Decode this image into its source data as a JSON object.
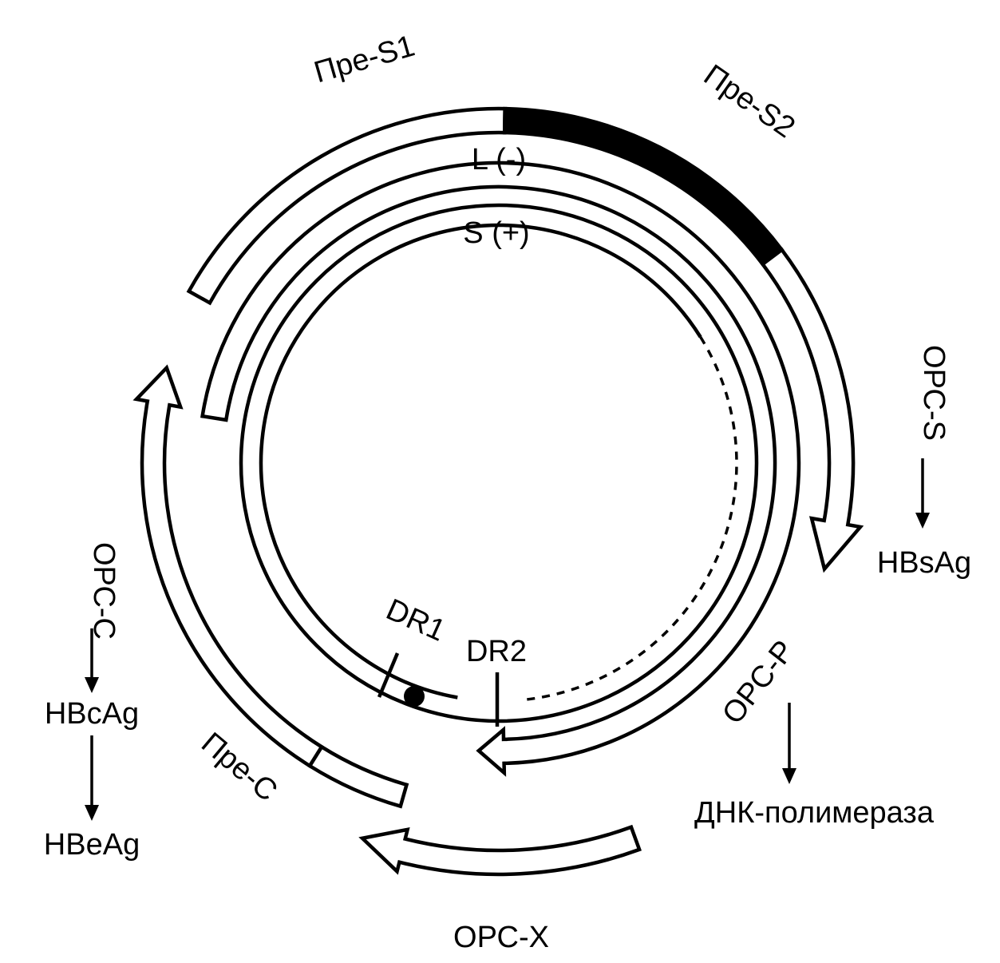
{
  "labels": {
    "pre_s1": "Пре-S1",
    "pre_s2": "Пре-S2",
    "strand_l": "L (-)",
    "strand_s": "S (+)",
    "orf_s": "ОРС-S",
    "hbsag": "HBsAg",
    "orf_c": "ОРС-С",
    "hbcag": "HBcAg",
    "hbeag": "HBeAg",
    "pre_c": "Пре-С",
    "dr1": "DR1",
    "dr2": "DR2",
    "orf_p": "ОРС-Р",
    "dna_polymerase": "ДНК-полимераза",
    "orf_x": "ОРС-Х"
  },
  "colors": {
    "line": "#000000",
    "filled_segment": "#000000",
    "background": "#ffffff"
  }
}
